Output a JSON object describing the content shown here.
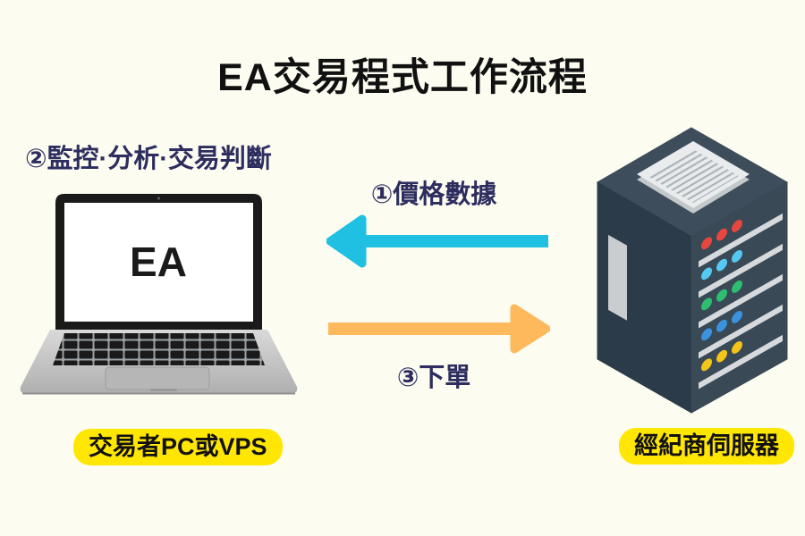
{
  "title": "EA交易程式工作流程",
  "colors": {
    "background": "#FCFCF1",
    "navy_text": "#2D2D5F",
    "badge_yellow": "#FFE603",
    "arrow_cyan": "#1FC0E1",
    "arrow_orange": "#FDB95B"
  },
  "laptop": {
    "step_label": "②監控·分析·交易判斷",
    "screen_text": "EA",
    "caption": "交易者PC或VPS"
  },
  "server": {
    "caption": "經紀商伺服器",
    "led_colors": [
      "#E8473F",
      "#56C9F2",
      "#2EBE70",
      "#3B93DD",
      "#F3C519"
    ]
  },
  "flows": {
    "price_data": {
      "label": "①價格數據"
    },
    "order": {
      "label": "③下單"
    }
  }
}
